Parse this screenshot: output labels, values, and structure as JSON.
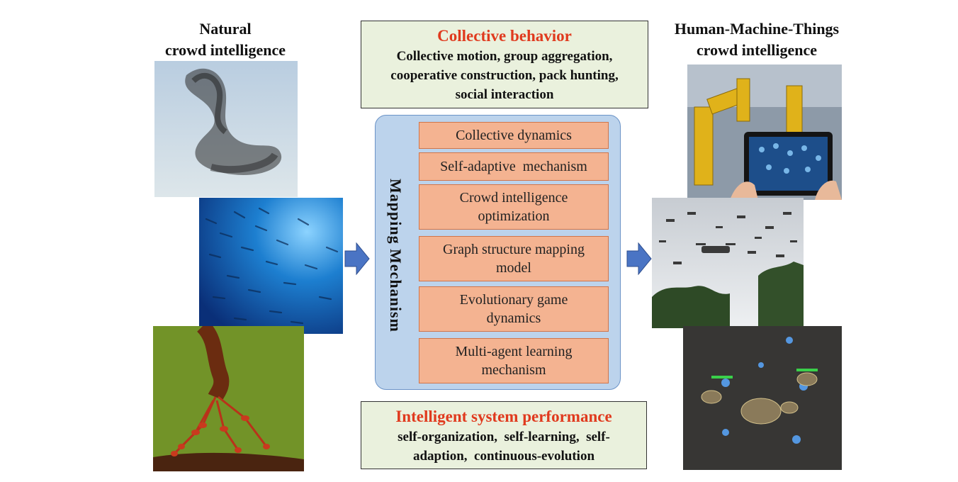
{
  "left_heading": {
    "line1": "Natural",
    "line2": "crowd intelligence"
  },
  "right_heading": {
    "line1": "Human-Machine-Things",
    "line2": "crowd intelligence"
  },
  "collective_behavior": {
    "title": "Collective behavior",
    "line1": "Collective motion, group aggregation,",
    "line2": "cooperative construction, pack hunting,",
    "line3": "social interaction"
  },
  "mapping": {
    "title": "Mapping Mechanism",
    "items": [
      {
        "line1": "Collective dynamics",
        "line2": ""
      },
      {
        "line1": "Self-adaptive  mechanism",
        "line2": ""
      },
      {
        "line1": "Crowd intelligence",
        "line2": "optimization"
      },
      {
        "line1": "Graph structure mapping",
        "line2": "model"
      },
      {
        "line1": "Evolutionary game",
        "line2": "dynamics"
      },
      {
        "line1": "Multi-agent learning",
        "line2": "mechanism"
      }
    ]
  },
  "performance": {
    "title": "Intelligent system performance",
    "line1": "self-organization,  self-learning,  self-",
    "line2": "adaption,  continuous-evolution"
  },
  "colors": {
    "red_title": "#e03a1e",
    "green_box": "#eaf1dd",
    "mapping_panel": "#bcd3ec",
    "orange_box": "#f4b391",
    "arrow": "#4a74c4"
  },
  "images": [
    "bird-flock-image",
    "fish-school-image",
    "ant-bridge-image",
    "industrial-robot-tablet-image",
    "drone-swarm-image",
    "strategy-game-image"
  ]
}
